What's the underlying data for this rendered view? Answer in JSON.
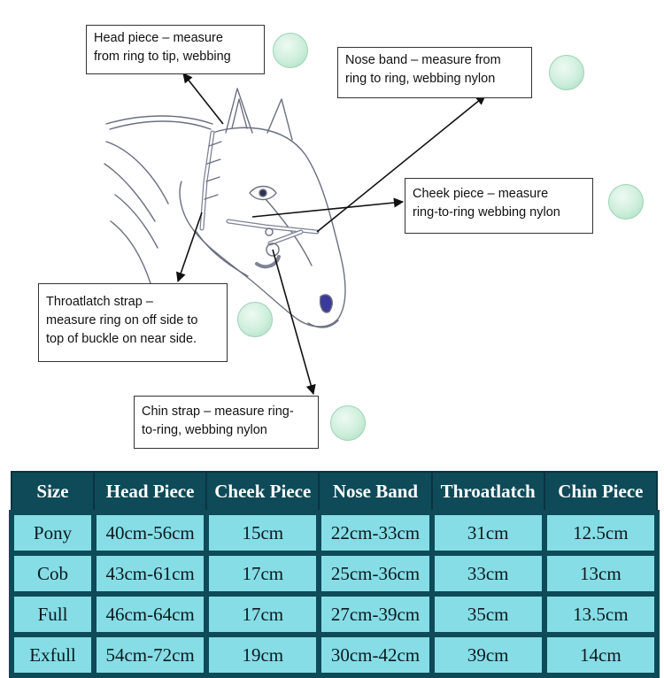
{
  "callouts": {
    "head_piece": [
      "Head piece – measure",
      "from ring to tip, webbing"
    ],
    "nose_band": [
      "Nose band – measure from",
      "ring to ring,  webbing nylon"
    ],
    "cheek_piece": [
      "Cheek piece – measure",
      "ring-to-ring webbing nylon"
    ],
    "throatlatch": [
      "Throatlatch strap –",
      "measure ring on off side to",
      "top of buckle on near side."
    ],
    "chin_strap": [
      "Chin strap – measure ring-",
      "to-ring,  webbing nylon"
    ]
  },
  "table": {
    "headers": [
      "Size",
      "Head Piece",
      "Cheek Piece",
      "Nose Band",
      "Throatlatch",
      "Chin Piece"
    ],
    "rows": [
      [
        "Pony",
        "40cm-56cm",
        "15cm",
        "22cm-33cm",
        "31cm",
        "12.5cm"
      ],
      [
        "Cob",
        "43cm-61cm",
        "17cm",
        "25cm-36cm",
        "33cm",
        "13cm"
      ],
      [
        "Full",
        "46cm-64cm",
        "17cm",
        "27cm-39cm",
        "35cm",
        "13.5cm"
      ],
      [
        "Exfull",
        "54cm-72cm",
        "19cm",
        "30cm-42cm",
        "39cm",
        "14cm"
      ]
    ]
  },
  "colors": {
    "header_bg": "#0e4a58",
    "header_text": "#ffffff",
    "cell_bg": "#86dde6",
    "marker": "#cdeedb"
  }
}
